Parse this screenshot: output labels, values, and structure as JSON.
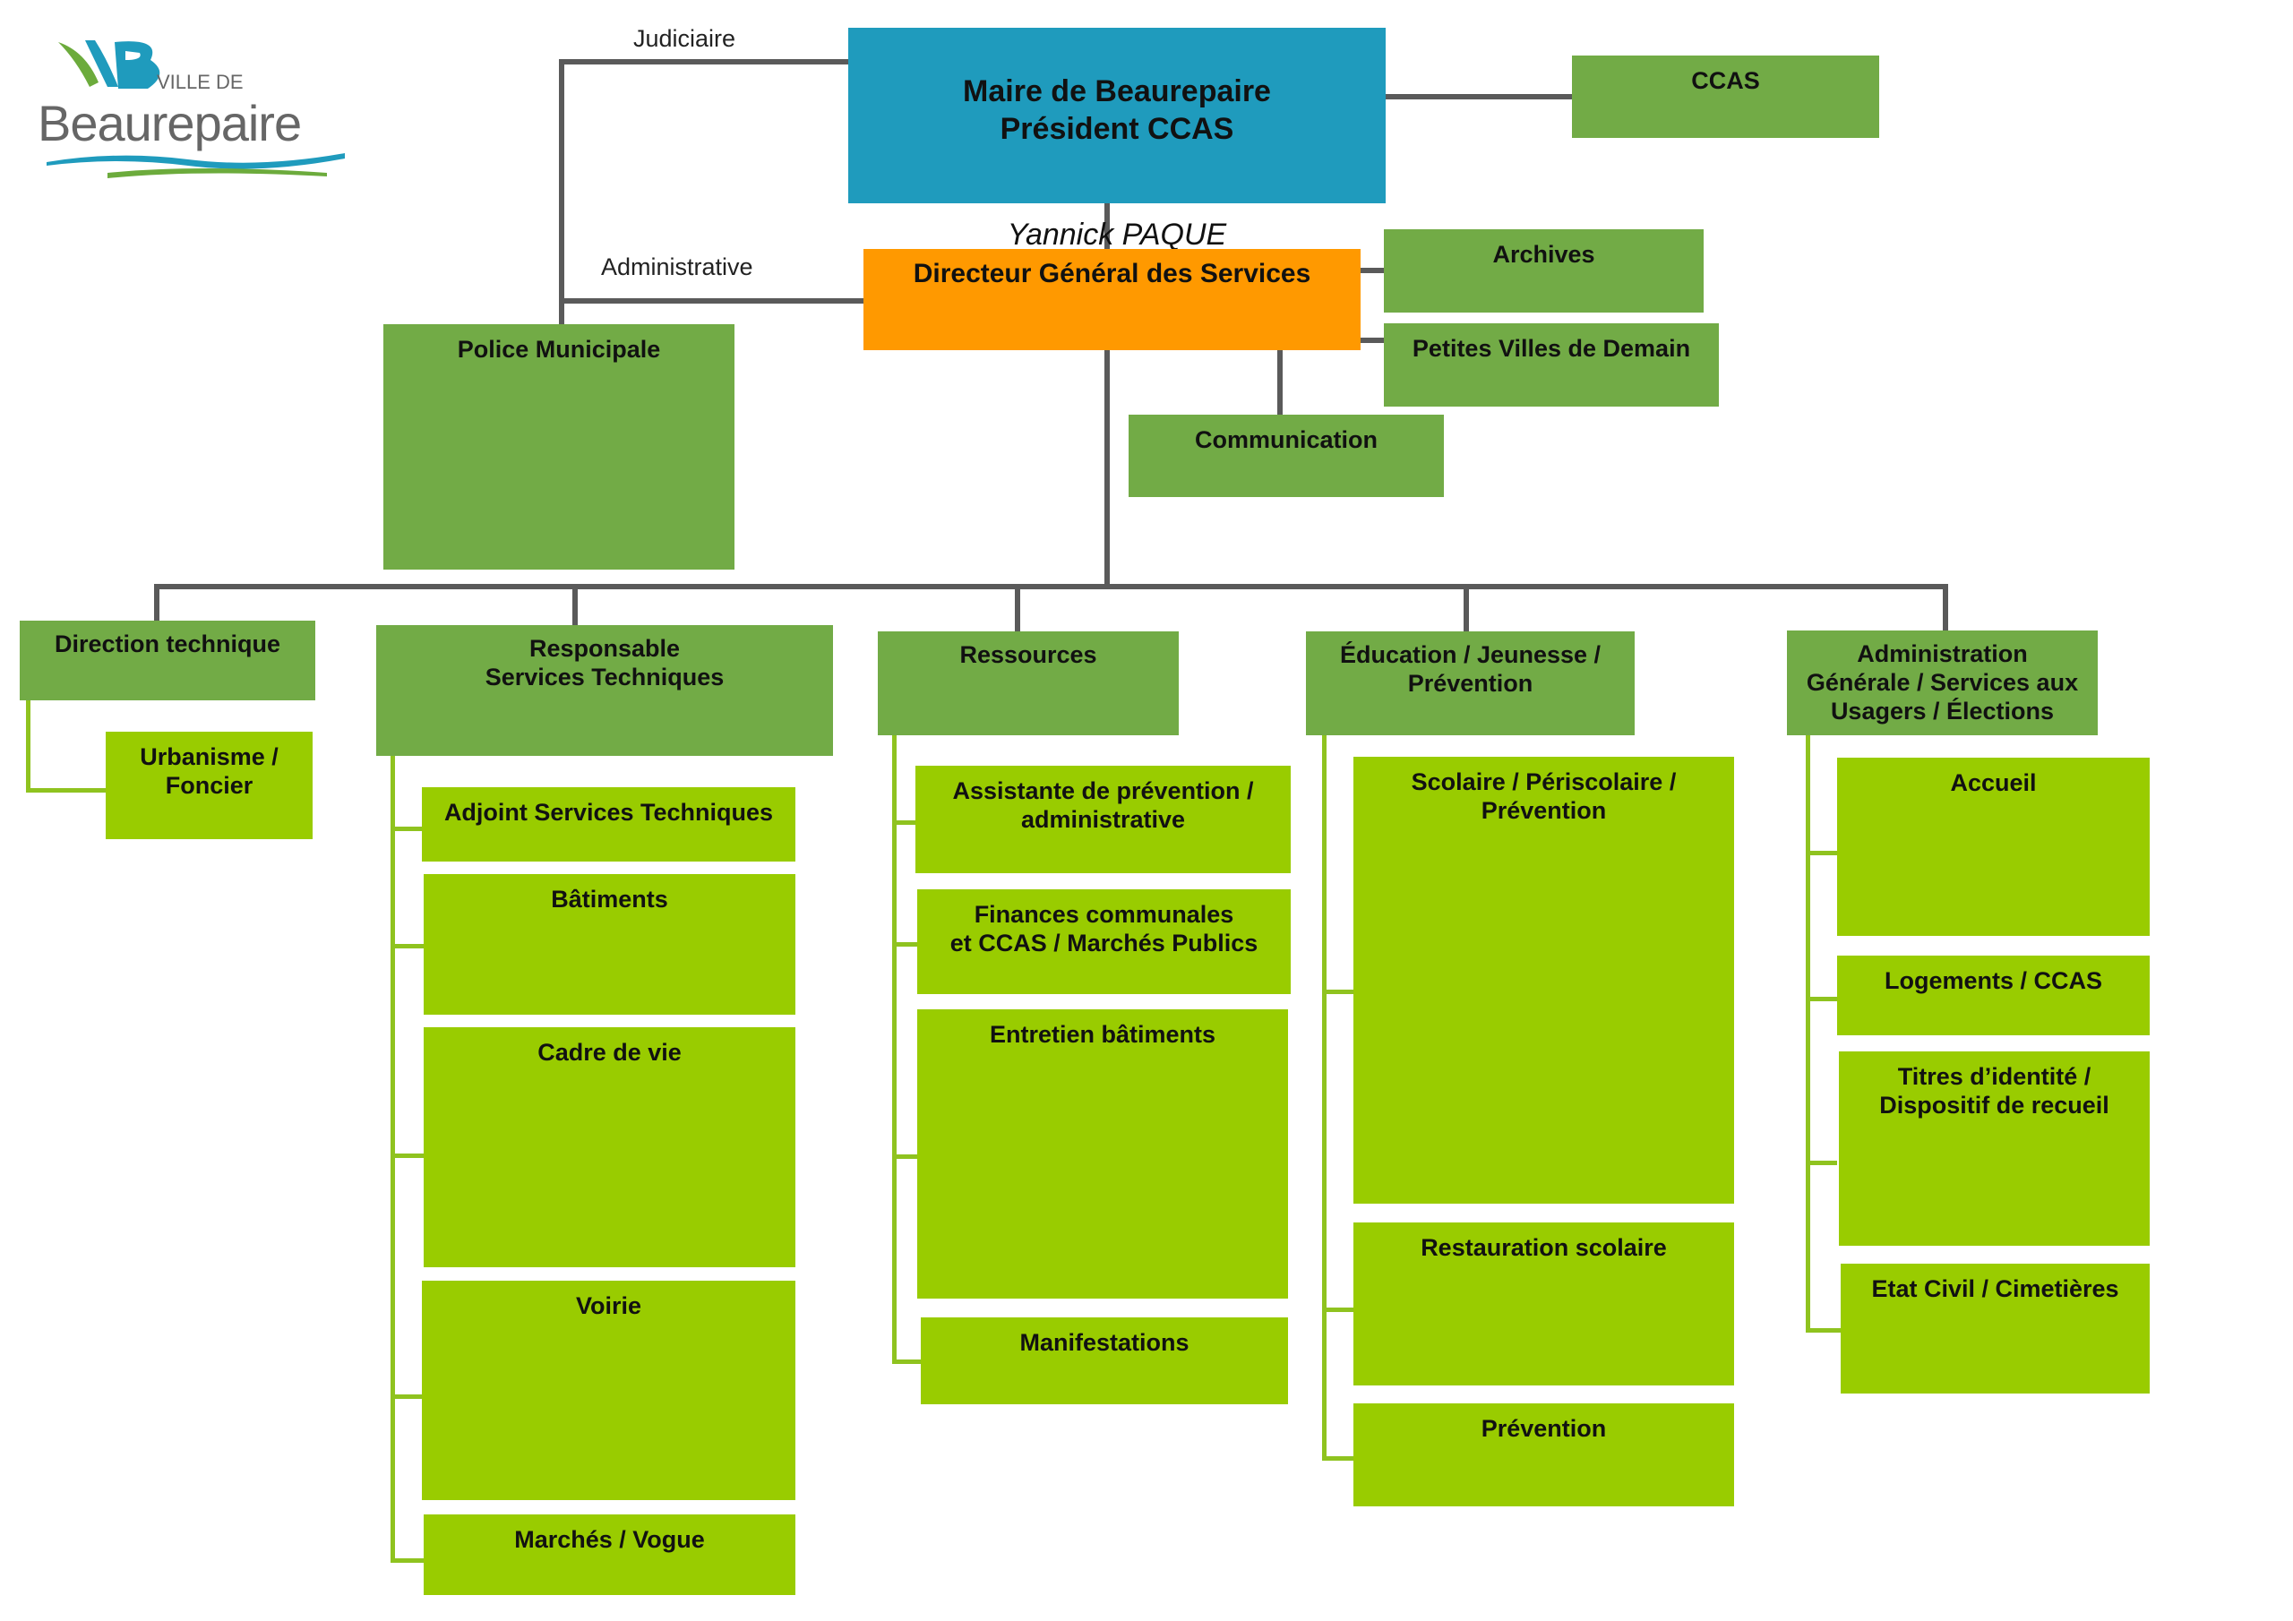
{
  "logo": {
    "top_text": "VILLE DE",
    "name": "Beaurepaire"
  },
  "link_labels": {
    "judiciaire": "Judiciaire",
    "administrative": "Administrative"
  },
  "maire": {
    "title": "Maire de Beaurepaire\nPrésident CCAS",
    "name": "Yannick PAQUE"
  },
  "ccas": "CCAS",
  "dgs": "Directeur Général des Services",
  "archives": "Archives",
  "pvd": "Petites Villes de Demain",
  "communication": "Communication",
  "police": "Police Municipale",
  "departments": {
    "direction_technique": {
      "label": "Direction technique",
      "children": [
        "Urbanisme /\nFoncier"
      ]
    },
    "services_techniques": {
      "label": "Responsable\nServices Techniques",
      "children": [
        "Adjoint Services Techniques",
        "Bâtiments",
        "Cadre de vie",
        "Voirie",
        "Marchés / Vogue"
      ]
    },
    "ressources": {
      "label": "Ressources",
      "children": [
        "Assistante de prévention /\nadministrative",
        "Finances communales\net CCAS / Marchés Publics",
        "Entretien bâtiments",
        "Manifestations"
      ]
    },
    "education": {
      "label": "Éducation / Jeunesse /\nPrévention",
      "children": [
        "Scolaire / Périscolaire /\nPrévention",
        "Restauration scolaire",
        "Prévention"
      ]
    },
    "administration": {
      "label": "Administration\nGénérale / Services aux\nUsagers / Élections",
      "children": [
        "Accueil",
        "Logements / CCAS",
        "Titres d’identité /\nDispositif de recueil",
        "Etat Civil / Cimetières"
      ]
    }
  },
  "colors": {
    "mayor": "#1f9bbd",
    "dgs": "#ff9900",
    "unit": "#72ab46",
    "service": "#99cc00",
    "line": "#5a5a5a"
  }
}
